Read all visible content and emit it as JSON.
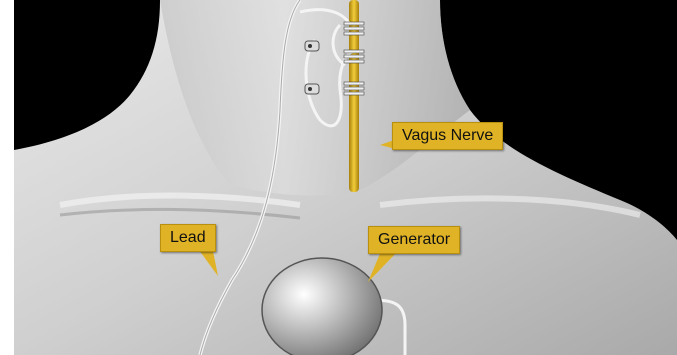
{
  "labels": {
    "vagus_nerve": "Vagus Nerve",
    "lead": "Lead",
    "generator": "Generator"
  },
  "colors": {
    "callout_fill": "#e0b326",
    "nerve": "#d9b21f",
    "background": "#000000",
    "skin": "#c8c8c8"
  }
}
